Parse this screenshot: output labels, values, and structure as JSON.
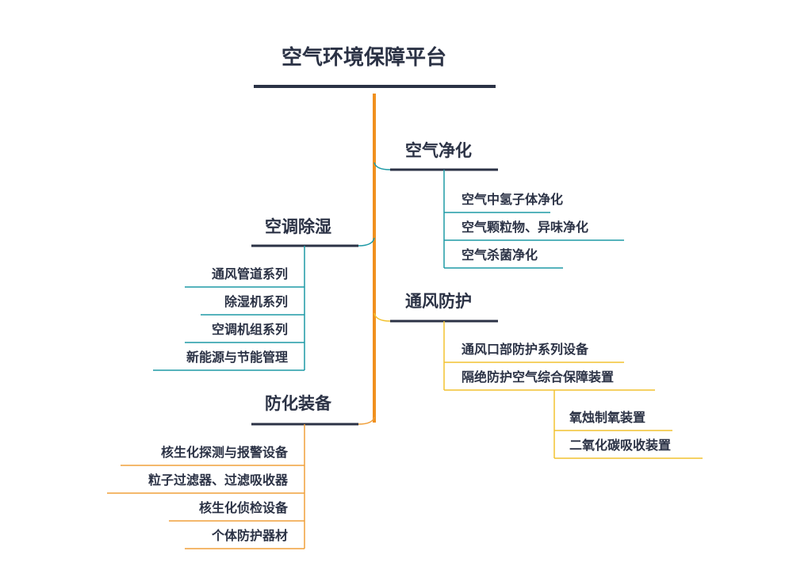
{
  "root": {
    "title": "空气环境保障平台"
  },
  "branches": [
    {
      "title": "空气净化",
      "color": "#1e9aa6",
      "items": [
        "空气中氢子体净化",
        "空气颗粒物、异味净化",
        "空气杀菌净化"
      ]
    },
    {
      "title": "空调除湿",
      "color": "#1e9aa6",
      "items": [
        "通风管道系列",
        "除湿机系列",
        "空调机组系列",
        "新能源与节能管理"
      ]
    },
    {
      "title": "通风防护",
      "color": "#f2c230",
      "items": [
        "通风口部防护系列设备",
        "隔绝防护空气综合保障装置"
      ],
      "sub": {
        "parent": "隔绝防护空气综合保障装置",
        "items": [
          "氧烛制氧装置",
          "二氧化碳吸收装置"
        ]
      }
    },
    {
      "title": "防化装备",
      "color": "#f0a03c",
      "items": [
        "核生化探测与报警设备",
        "粒子过滤器、过滤吸收器",
        "核生化侦检设备",
        "个体防护器材"
      ]
    }
  ],
  "colors": {
    "trunk": "#f0901e",
    "title_underline": "#2b3245",
    "text": "#2b3245"
  }
}
